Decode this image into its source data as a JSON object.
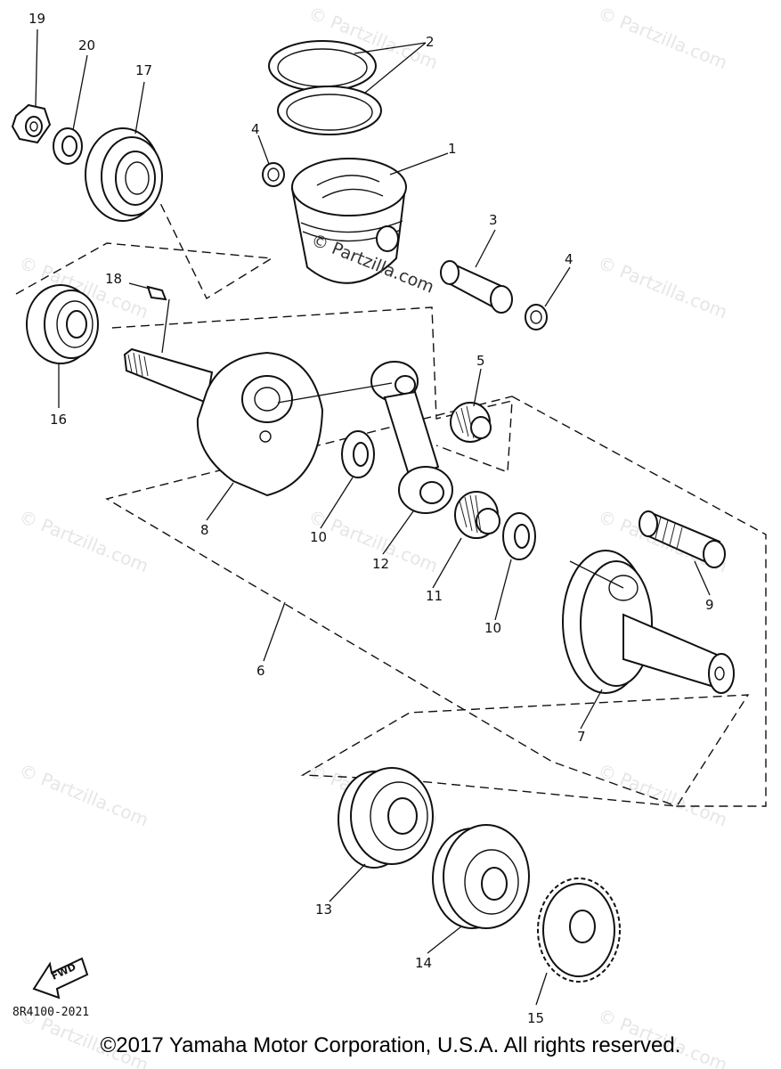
{
  "callouts": [
    "1",
    "2",
    "3",
    "4",
    "4",
    "5",
    "6",
    "7",
    "8",
    "9",
    "10",
    "10",
    "11",
    "12",
    "13",
    "14",
    "15",
    "16",
    "17",
    "18",
    "19",
    "20"
  ],
  "diagram_code": "8R4100-2021",
  "fwd_label": "FWD",
  "copyright": "©2017 Yamaha Motor Corporation, U.S.A. All rights reserved.",
  "watermark": "© Partzilla.com",
  "overlay_watermark": "© Partzilla.com"
}
